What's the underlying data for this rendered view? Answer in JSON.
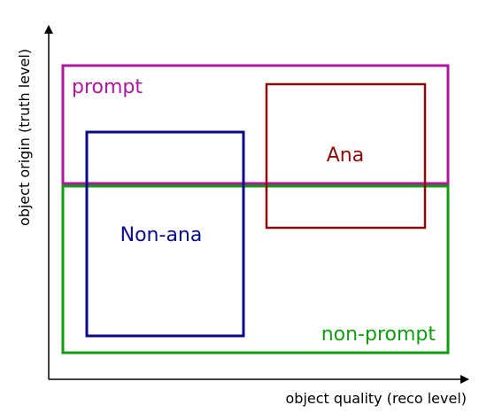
{
  "axes": {
    "x_label": "object quality (reco level)",
    "y_label": "object origin (truth level)"
  },
  "regions": {
    "prompt": {
      "label": "prompt",
      "color": "#b0169e"
    },
    "non_prompt": {
      "label": "non-prompt",
      "color": "#0e9e0e"
    },
    "ana": {
      "label": "Ana",
      "color": "#8c0a0a"
    },
    "non_ana": {
      "label": "Non-ana",
      "color": "#0a0a8c"
    }
  },
  "arrow_color": "#000000"
}
